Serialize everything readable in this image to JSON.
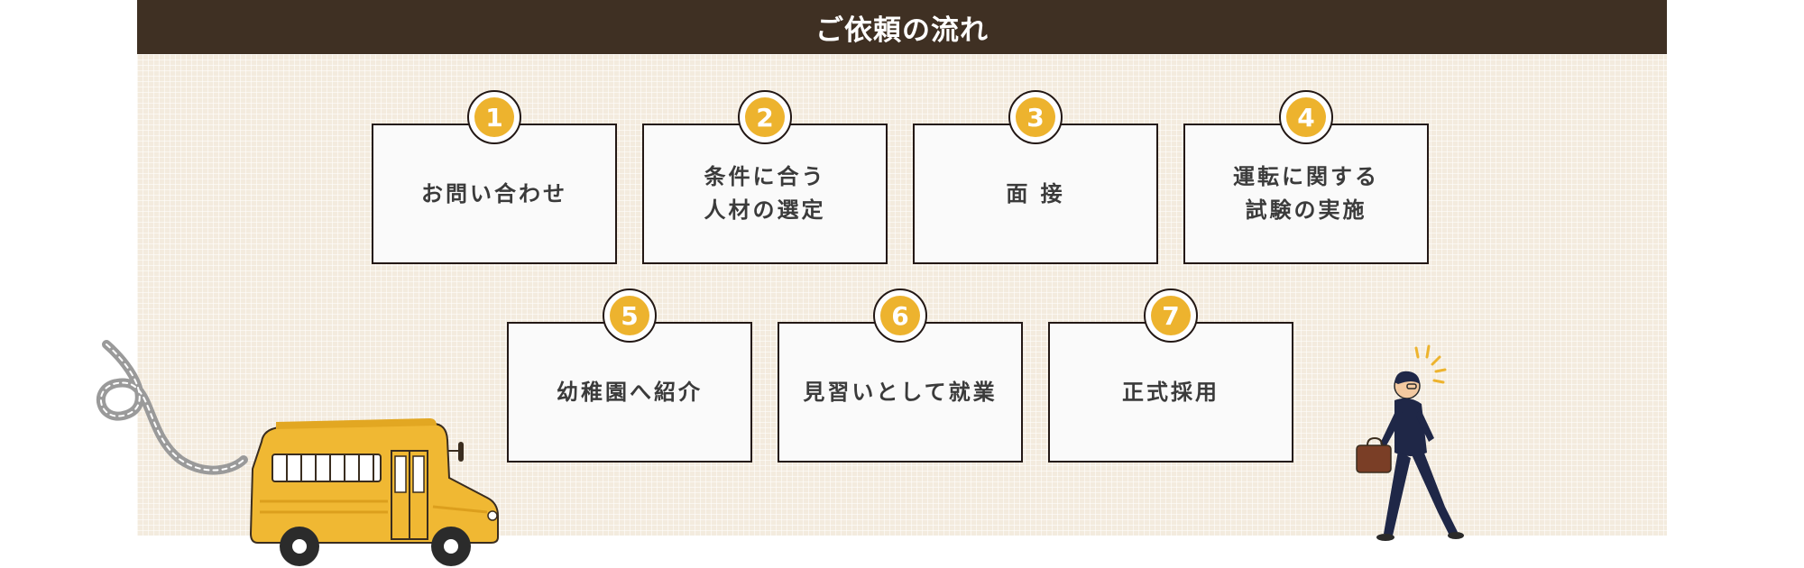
{
  "header": {
    "title": "ご依頼の流れ"
  },
  "steps": [
    {
      "number": "1",
      "label": "お問い合わせ"
    },
    {
      "number": "2",
      "label": "条件に合う\n人材の選定"
    },
    {
      "number": "3",
      "label": "面 接"
    },
    {
      "number": "4",
      "label": "運転に関する\n試験の実施"
    },
    {
      "number": "5",
      "label": "幼稚園へ紹介"
    },
    {
      "number": "6",
      "label": "見習いとして就業"
    },
    {
      "number": "7",
      "label": "正式採用"
    }
  ],
  "colors": {
    "header_bg": "#3f3023",
    "panel_bg": "#f3ebde",
    "badge": "#edb32e",
    "bus": "#f0b833",
    "suit": "#1f2747"
  },
  "illustrations": {
    "left": "school-bus-icon",
    "right": "walking-businessman-icon",
    "road": "winding-road-icon"
  }
}
